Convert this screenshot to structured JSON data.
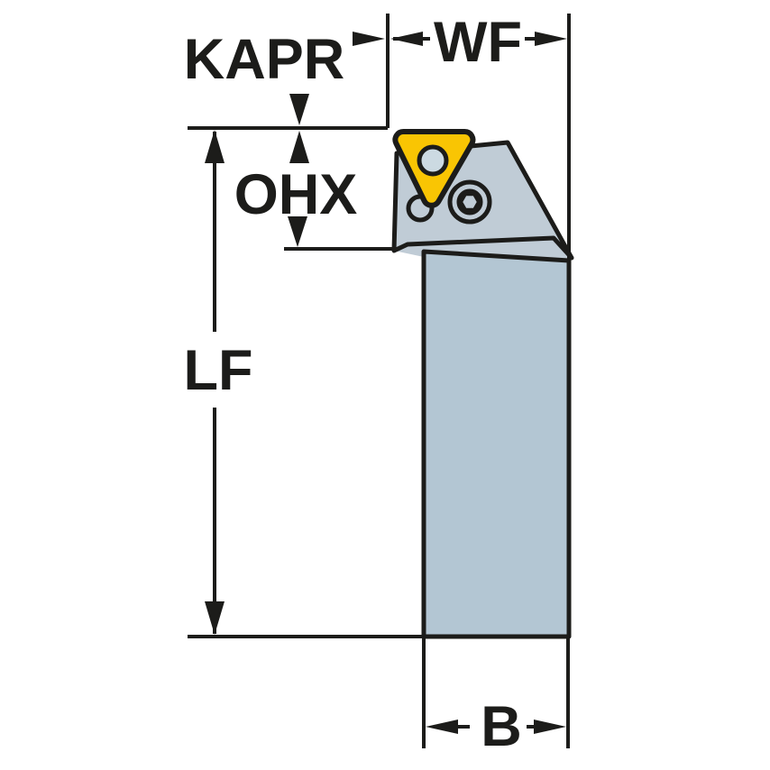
{
  "diagram": {
    "title": "tool-holder-dimension-drawing",
    "labels": {
      "kapr": "KAPR",
      "wf": "WF",
      "ohx": "OHX",
      "lf": "LF",
      "b": "B"
    },
    "colors": {
      "outline": "#1c1c1a",
      "shank_fill": "#b3c6d3",
      "head_fill": "#c0ccd6",
      "insert_fill": "#f9c503",
      "hole_fill": "#ccdae2",
      "background": "#ffffff"
    }
  }
}
